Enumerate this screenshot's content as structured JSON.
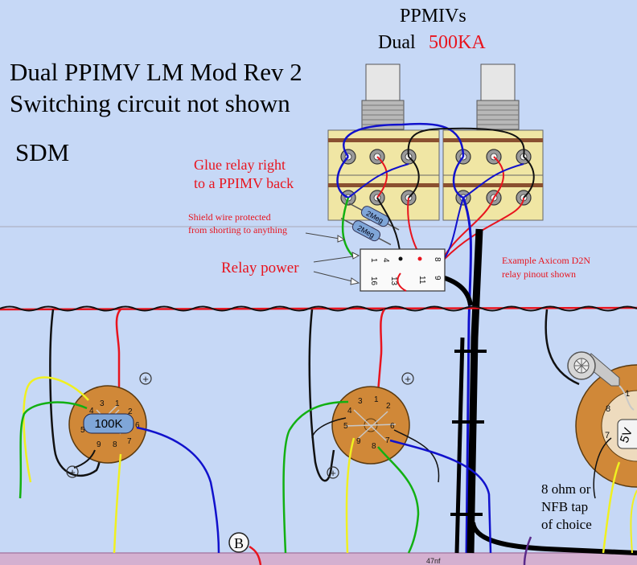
{
  "title_line1": "Dual PPIMV LM Mod Rev 2",
  "title_line2": "Switching circuit not shown",
  "author": "SDM",
  "pot_header": "PPMIVs",
  "pot_dual": "Dual",
  "pot_value": "500KA",
  "glue_note_line1": "Glue relay right",
  "glue_note_line2": "to a PPIMV back",
  "shield_note_line1": "Shield wire protected",
  "shield_note_line2": "from shorting to anything",
  "relay_power": "Relay power",
  "relay_note_line1": "Example Axicom D2N",
  "relay_note_line2": "relay  pinout shown",
  "resistor_label_1": "2Meg",
  "resistor_label_2": "2Meg",
  "relay_pins": {
    "p1": "1",
    "p4": "4",
    "p8": "8",
    "p11": "11",
    "p13": "13",
    "p9": "9",
    "p16": "16"
  },
  "socket_resistor": "100K",
  "socket1_pins": {
    "p1": "1",
    "p2": "2",
    "p3": "3",
    "p4": "4",
    "p5": "5",
    "p6": "6",
    "p7": "7",
    "p8": "8",
    "p9": "9"
  },
  "socket2_pins": {
    "p1": "1",
    "p2": "2",
    "p3": "3",
    "p4": "4",
    "p5": "5",
    "p6": "6",
    "p7": "7",
    "p8": "8",
    "p9": "9"
  },
  "socket3_pins": {
    "p1": "1",
    "p7": "7",
    "p8": "8"
  },
  "tube_label": "5V",
  "plus_sign": "+",
  "node_b": "B",
  "nfb_line1": "8 ohm or",
  "nfb_line2": "NFB tap",
  "nfb_line3": "of choice",
  "cap_label": "47nf",
  "colors": {
    "background": "#c6d8f6",
    "heater_red": "#e8141e",
    "wire_blue": "#1111cc",
    "wire_yellow": "#f0f020",
    "wire_green": "#12b012",
    "socket": "#d08838",
    "pot_body": "#f0e6a4",
    "accent_red": "#e8141e"
  }
}
